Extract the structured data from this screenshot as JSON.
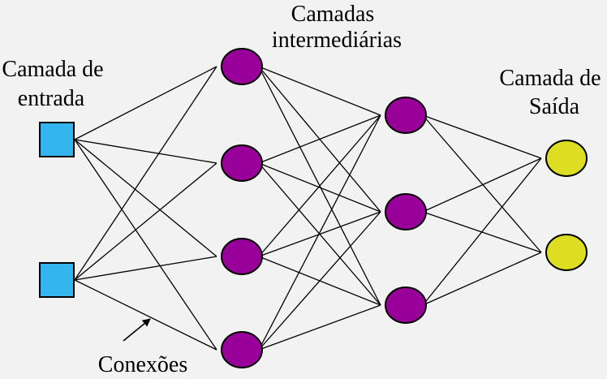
{
  "labels": {
    "input_line1": "Camada de",
    "input_line2": "entrada",
    "hidden_line1": "Camadas",
    "hidden_line2": "intermediárias",
    "output_line1": "Camada de",
    "output_line2": "Saída",
    "connections": "Conexões"
  },
  "network": {
    "layers": [
      {
        "name": "input",
        "nodes": 2,
        "shape": "square",
        "color": "#33b5f0"
      },
      {
        "name": "hidden-1",
        "nodes": 4,
        "shape": "circle",
        "color": "#990099"
      },
      {
        "name": "hidden-2",
        "nodes": 3,
        "shape": "circle",
        "color": "#990099"
      },
      {
        "name": "output",
        "nodes": 2,
        "shape": "circle",
        "color": "#dddd22"
      }
    ],
    "connectivity": "fully-connected",
    "edge_color": "#000000",
    "background": "#f2f2f2"
  }
}
